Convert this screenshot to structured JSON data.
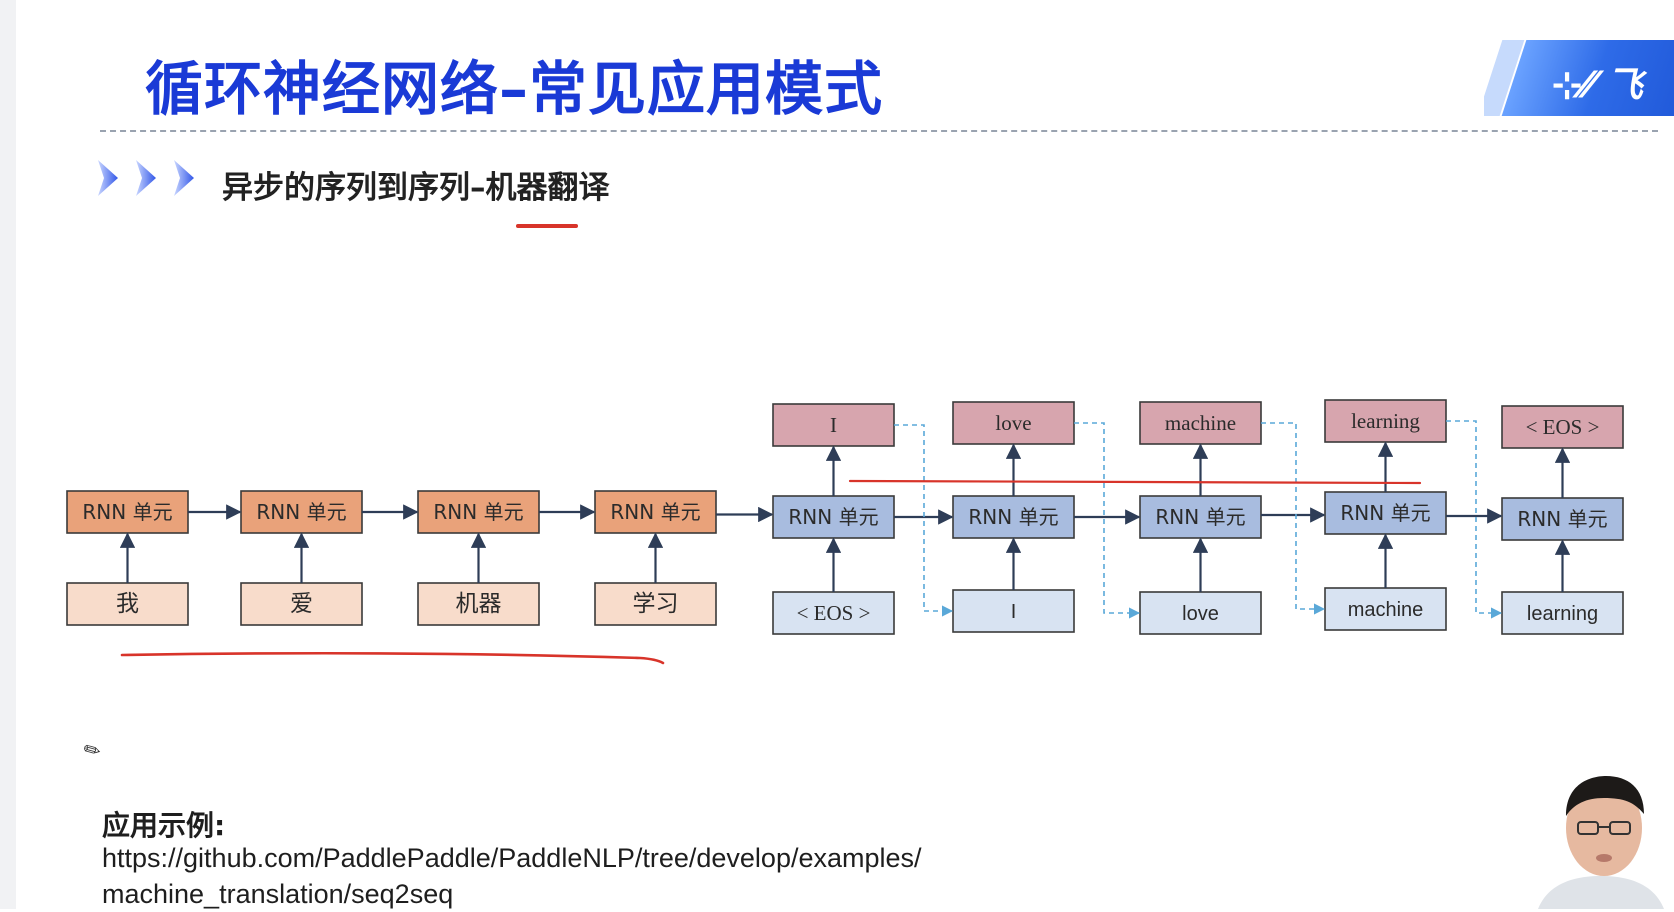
{
  "header": {
    "title": "循环神经网络–常见应用模式",
    "logo_text": "飞",
    "logo_icon": "paddlepaddle-logo"
  },
  "section": {
    "subtitle": "异步的序列到序列–机器翻译"
  },
  "diagram": {
    "encoder": {
      "cell_label": "RNN 单元",
      "inputs": [
        "我",
        "爱",
        "机器",
        "学习"
      ]
    },
    "decoder": {
      "cell_label": "RNN 单元",
      "inputs": [
        "< EOS >",
        "I",
        "love",
        "machine",
        "learning"
      ],
      "outputs": [
        "I",
        "love",
        "machine",
        "learning",
        "< EOS >"
      ]
    },
    "colors": {
      "encoder_cell": "#e9a27a",
      "encoder_input": "#f8dccb",
      "decoder_cell": "#a8bcdf",
      "decoder_input": "#d8e3f2",
      "decoder_output": "#d7a5ae",
      "arrow": "#2e3d57",
      "feedback": "#5aa8d8",
      "annotation": "#d8342a"
    }
  },
  "example": {
    "label": "应用示例:",
    "url_line1": "https://github.com/PaddlePaddle/PaddleNLP/tree/develop/examples/",
    "url_line2": "machine_translation/seq2seq"
  }
}
